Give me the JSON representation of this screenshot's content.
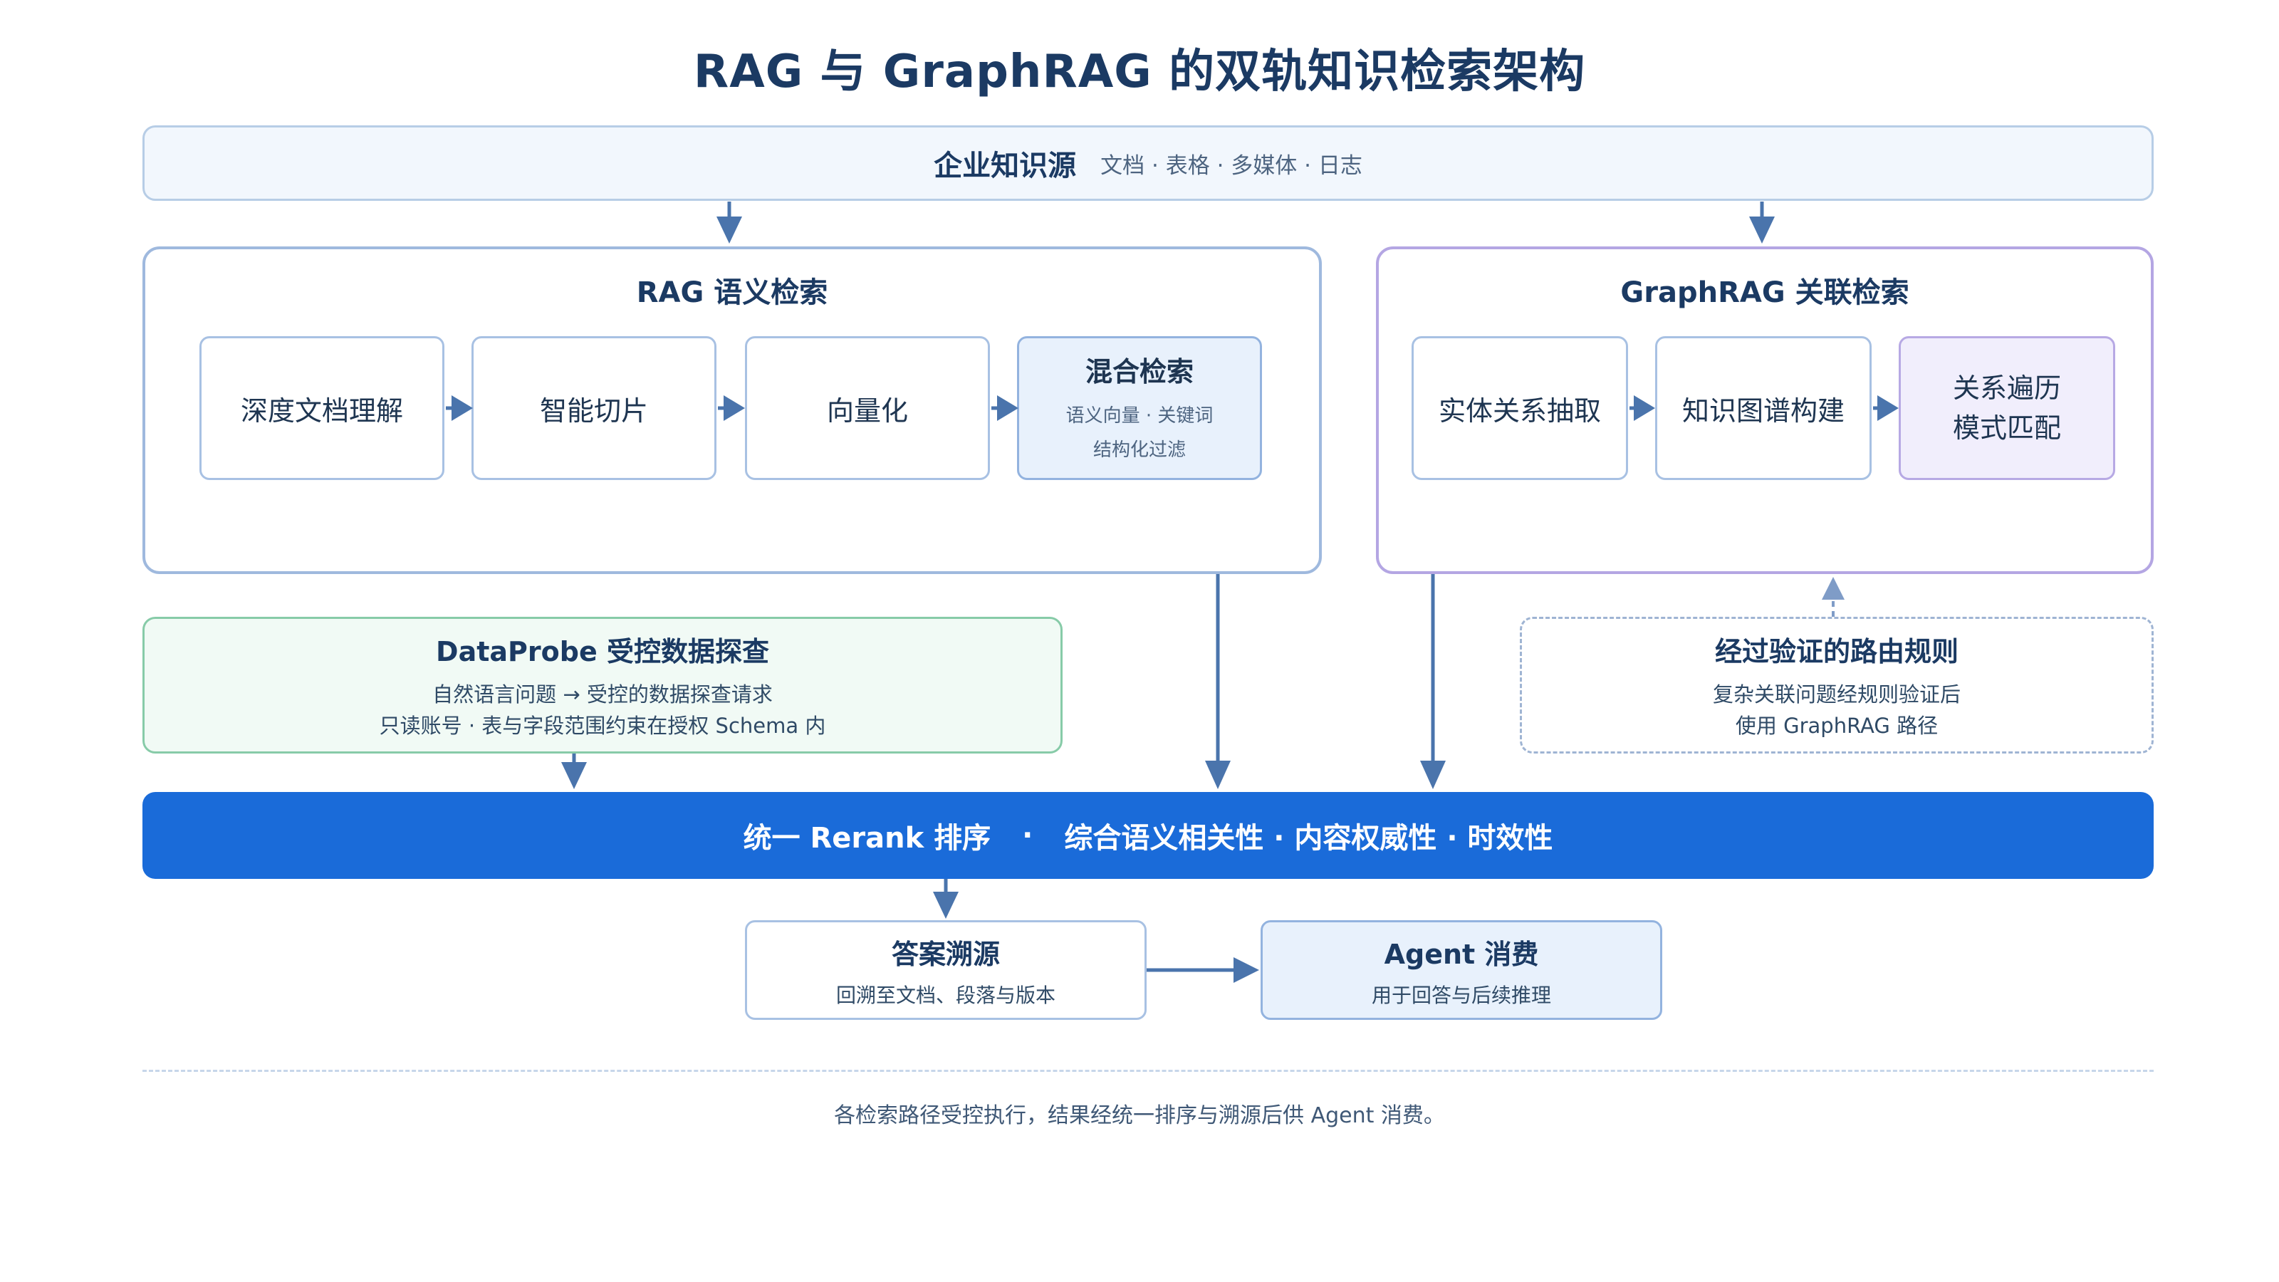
{
  "title": "RAG 与 GraphRAG 的双轨知识检索架构",
  "source": {
    "title": "企业知识源",
    "items": "文档 · 表格 · 多媒体 · 日志"
  },
  "rag": {
    "title": "RAG 语义检索",
    "steps": [
      {
        "label": "深度文档理解"
      },
      {
        "label": "智能切片"
      },
      {
        "label": "向量化"
      },
      {
        "label": "混合检索",
        "line1": "语义向量 · 关键词",
        "line2": "结构化过滤"
      }
    ]
  },
  "graphrag": {
    "title": "GraphRAG 关联检索",
    "steps": [
      {
        "label": "实体关系抽取"
      },
      {
        "label": "知识图谱构建"
      },
      {
        "line1": "关系遍历",
        "line2": "模式匹配"
      }
    ]
  },
  "dataprobe": {
    "title": "DataProbe 受控数据探查",
    "line1": "自然语言问题 → 受控的数据探查请求",
    "line2": "只读账号 · 表与字段范围约束在授权 Schema 内"
  },
  "routing": {
    "title": "经过验证的路由规则",
    "line1": "复杂关联问题经规则验证后",
    "line2": "使用 GraphRAG 路径"
  },
  "rerank": {
    "label": "统一 Rerank 排序",
    "sep": "·",
    "criteria": "综合语义相关性 · 内容权威性 · 时效性"
  },
  "trace": {
    "title": "答案溯源",
    "sub": "回溯至文档、段落与版本"
  },
  "agent": {
    "title": "Agent 消费",
    "sub": "用于回答与后续推理"
  },
  "footer": "各检索路径受控执行，结果经统一排序与溯源后供 Agent 消费。",
  "colors": {
    "primary": "#1a6bd9",
    "arrow": "#4a74ac",
    "rag_border": "#9fb9de",
    "graph_border": "#b4a6e3",
    "dataprobe_border": "#87cba8",
    "title_text": "#1b3a63"
  }
}
